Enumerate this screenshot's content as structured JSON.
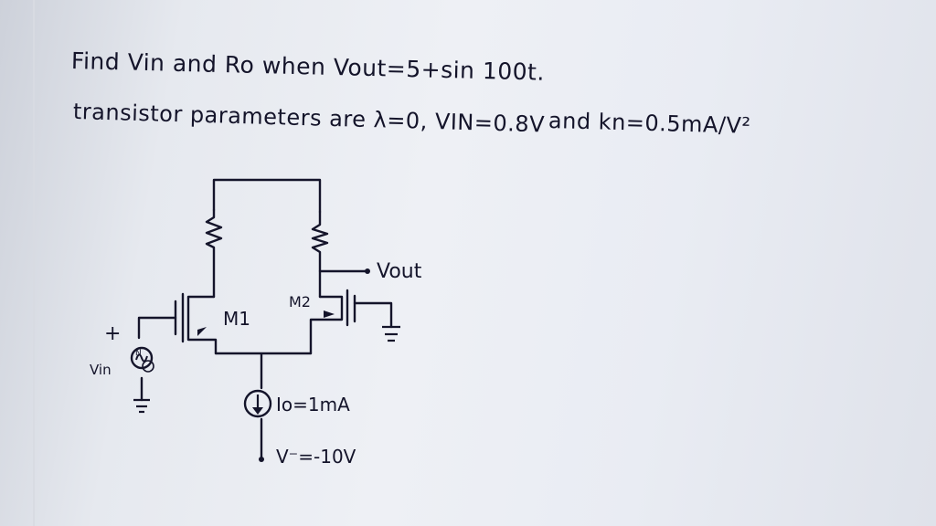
{
  "problem": {
    "line1": "Find Vin and Ro when Vout=5+sin 100t.",
    "line2": "transistor parameters are λ=0, VIN=0.8V",
    "line3": "and kn=0.5mA/V²"
  },
  "circuit": {
    "label_vout": "Vout",
    "label_m1": "M1",
    "label_m2": "M2",
    "label_vin": "Vin",
    "label_plus": "+",
    "label_source_symbol": "N",
    "label_id": "Io=1mA",
    "label_vminus": "V⁻=-10V"
  },
  "colors": {
    "ink": "#14142a",
    "paper": "#eef0f5"
  }
}
